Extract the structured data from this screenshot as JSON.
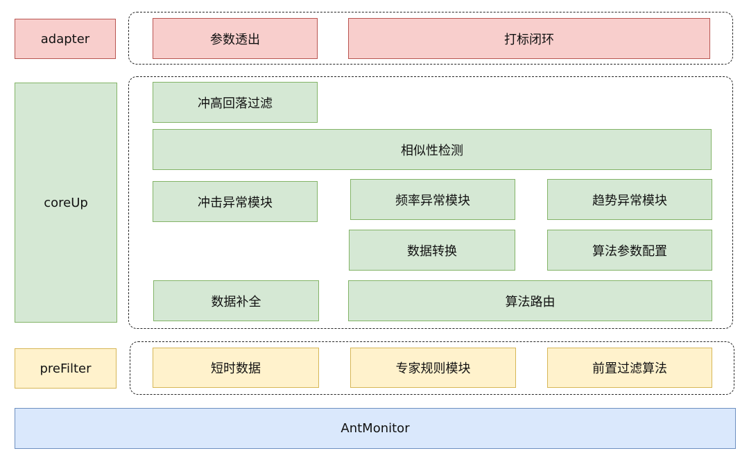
{
  "layers": {
    "adapter": {
      "label": "adapter",
      "modules": [
        "参数透出",
        "打标闭环"
      ]
    },
    "coreUp": {
      "label": "coreUp",
      "modules": [
        "冲高回落过滤",
        "相似性检测",
        "冲击异常模块",
        "频率异常模块",
        "趋势异常模块",
        "数据转换",
        "算法参数配置",
        "数据补全",
        "算法路由"
      ]
    },
    "preFilter": {
      "label": "preFilter",
      "modules": [
        "短时数据",
        "专家规则模块",
        "前置过滤算法"
      ]
    },
    "base": {
      "label": "AntMonitor"
    }
  },
  "colors": {
    "adapter_fill": "#f8cecc",
    "adapter_border": "#b85450",
    "coreUp_fill": "#d5e8d4",
    "coreUp_border": "#82b366",
    "preFilter_fill": "#fff2cc",
    "preFilter_border": "#d6b656",
    "base_fill": "#dae8fc",
    "base_border": "#6c8ebf"
  }
}
